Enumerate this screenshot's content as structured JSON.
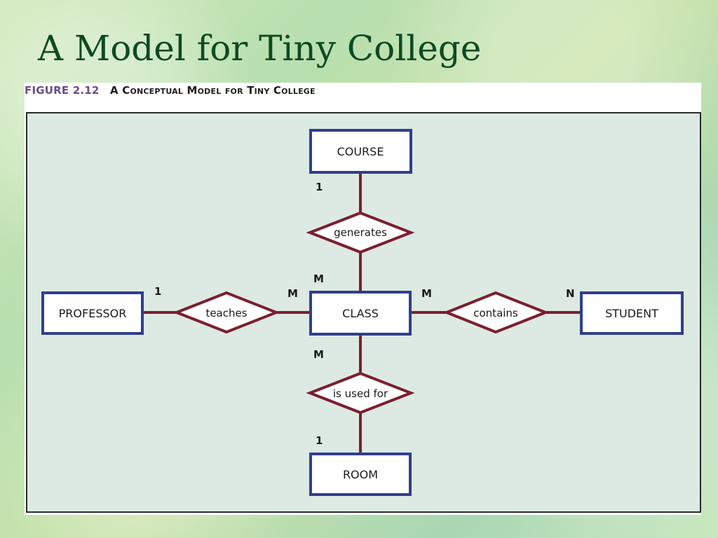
{
  "slide": {
    "title": "A Model for Tiny College"
  },
  "figure": {
    "number": "FIGURE 2.12",
    "caption": "A Conceptual Model for Tiny College"
  },
  "diagram": {
    "entities": {
      "course": "COURSE",
      "professor": "PROFESSOR",
      "class": "CLASS",
      "student": "STUDENT",
      "room": "ROOM"
    },
    "relationships": {
      "generates": "generates",
      "teaches": "teaches",
      "contains": "contains",
      "used_for": "is used for"
    },
    "cardinalities": {
      "course_generates": "1",
      "class_generates": "M",
      "professor_teaches": "1",
      "class_teaches": "M",
      "class_contains": "M",
      "student_contains": "N",
      "class_used_for": "M",
      "room_used_for": "1"
    },
    "colors": {
      "entity_border": "#2f3f8f",
      "relationship_border": "#7b1f2f",
      "connector": "#7b1f2f",
      "diagram_bg": "#dde9e3"
    }
  }
}
